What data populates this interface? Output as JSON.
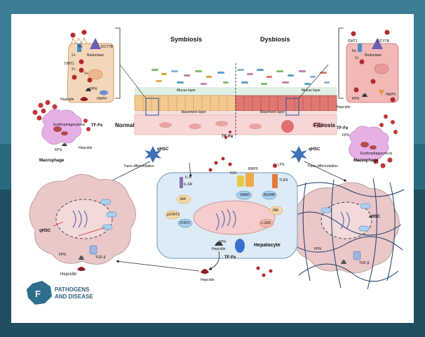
{
  "headings": {
    "left": "Symbiosis",
    "right": "Dysbiosis"
  },
  "states": {
    "normal": "Normal",
    "fibrosis": "Fibrosis"
  },
  "gut": {
    "mucus_left": "Mucus layer",
    "mucus_right": "Mucus layer",
    "basement_left": "Basement layer",
    "basement_right": "Basement layer",
    "blood_label": "TF-Fe"
  },
  "enterocyte_left": {
    "dcytb": "DCYTB",
    "reductase": "Reductase",
    "fe_small": "Fe",
    "fe2_a": "2+",
    "fe2_b": "2+",
    "dmt1": "DMT1",
    "fe3": "3+",
    "fpn": "FPN",
    "hepcidin": "Hepcidin",
    "heph": "HEPH"
  },
  "enterocyte_right": {
    "dmt1": "DMT1",
    "dcytb": "DCYTB",
    "reductase": "Reductase",
    "heph": "HEPH",
    "fpn": "FPN",
    "hepcidin": "Hepcidin",
    "fe_small": "Fe",
    "fe2": "2+"
  },
  "macrophage_left": {
    "process": "Erythrophagocytosis",
    "tf_fe": "TF-Fe",
    "fpn": "FPN",
    "hepcidin": "Hepcidin",
    "title": "Macrophage"
  },
  "macrophage_right": {
    "tf_fe": "TF-Fe",
    "fpn": "FPN",
    "process": "Erythrophagocytosis",
    "title": "Macrophage"
  },
  "hsc": {
    "qhsc_top_left": "qHSC",
    "qhsc_top_right": "qHSC",
    "trans_left": "Trans differentiation",
    "trans_right": "Trans differentiation",
    "qhsc_cell": "qHSC",
    "ahsc_cell": "aHSC",
    "fpn_left": "FPN",
    "tgfb_left": "TGF-β",
    "fpn_right": "FPN",
    "tgfb_right": "TGF-β",
    "hepcidin_left": "Hepcidin"
  },
  "hepatocyte": {
    "title": "Hepatocyte",
    "il6": "IL-6",
    "il6r": "IL-6R",
    "jak": "JAK",
    "pstat3": "pSTAT3",
    "stat3": "STAT3",
    "bmp6": "BMP6",
    "hjv": "HJV",
    "smad": "SMAD",
    "tlr4": "TLR4",
    "lps": "LPS",
    "myd88": "MyD88",
    "jnk": "JNK",
    "cjun": "c-JUN",
    "fpn": "FPN",
    "hepcidin_mem": "Hepcidin",
    "tf_fe": "TF-Fe",
    "hepcidin_out": "Hepcidin"
  },
  "logo": {
    "line1": "PATHOGENS",
    "line2": "AND DISEASE",
    "letter": "F"
  },
  "colors": {
    "frame_top": "#3b7d94",
    "frame_bottom": "#1f4f61",
    "rbc": "#b42b2b",
    "villus_left": "#f3c98f",
    "villus_right": "#e07770",
    "cell_pink": "#e8a8a8",
    "macrophage": "#e6b0e6",
    "hepatocyte": "#dcebf5",
    "fibrosis_fiber": "#1b3a6a"
  }
}
